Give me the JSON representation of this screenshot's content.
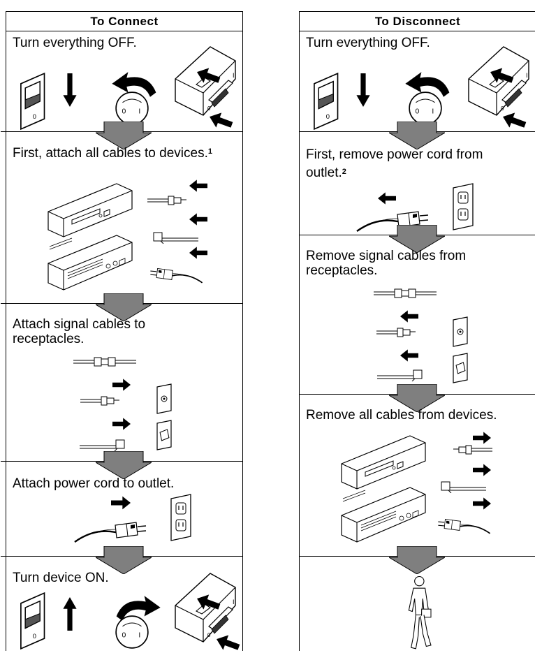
{
  "connect": {
    "title": "To Connect",
    "steps": [
      {
        "text": "Turn everything OFF."
      },
      {
        "text": "First, attach all cables to devices.",
        "footnote": "1"
      },
      {
        "text": "Attach signal cables to",
        "text2": "receptacles."
      },
      {
        "text": "Attach power cord to outlet."
      },
      {
        "text": "Turn device ON."
      }
    ]
  },
  "disconnect": {
    "title": "To Disconnect",
    "steps": [
      {
        "text": "Turn everything OFF."
      },
      {
        "text": "First, remove power cord from",
        "text2": "outlet.",
        "footnote": "2"
      },
      {
        "text": "Remove signal cables from",
        "text2": "receptacles."
      },
      {
        "text": "Remove all cables from devices."
      },
      {
        "text": ""
      }
    ]
  },
  "colors": {
    "line": "#000000",
    "arrow_fill": "#7f7f7f",
    "background": "#ffffff"
  }
}
